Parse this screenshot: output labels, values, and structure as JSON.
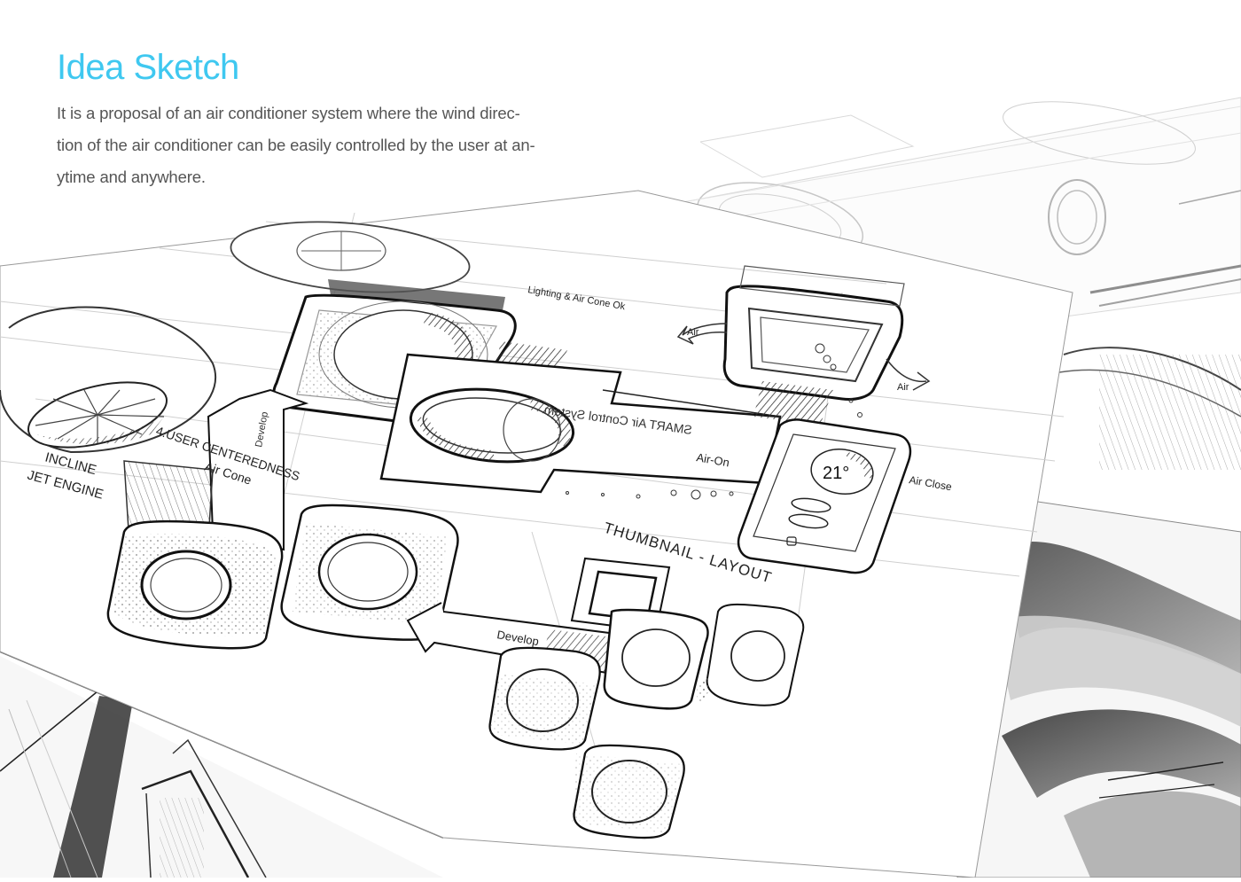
{
  "page": {
    "title": "Idea Sketch",
    "accent_color": "#3fc8f0",
    "text_color": "#555555",
    "description_lines": [
      "It is a proposal of an air conditioner system where the wind direc-",
      "tion of the air conditioner can be easily controlled by the user at an-",
      "ytime and anywhere."
    ]
  },
  "sketch": {
    "labels": {
      "jet_engine": "JET ENGINE",
      "incline": "INCLINE",
      "user_centeredness": "4.USER CENTEREDNESS",
      "air_cone": "Air Cone",
      "smart_air_control": "SMART Air Control System",
      "air_on": "Air-On",
      "air_close": "Air Close",
      "thumbnail_layout": "THUMBNAIL - LAYOUT",
      "develop": "Develop",
      "lighting_air_cone": "Lighting & Air Cone Ok",
      "air_arrow": "Air",
      "phone_display": "21°"
    }
  }
}
